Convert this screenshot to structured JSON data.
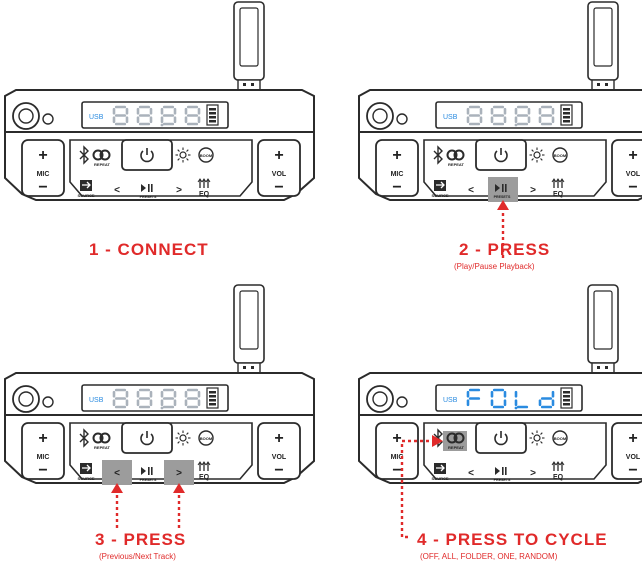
{
  "panels": [
    {
      "step_label": "1 - CONNECT",
      "sub_label": "",
      "display_text": "8888",
      "highlight": "none"
    },
    {
      "step_label": "2 - PRESS",
      "sub_label": "(Play/Pause Playback)",
      "display_text": "8888",
      "highlight": "play"
    },
    {
      "step_label": "3 - PRESS",
      "sub_label": "(Previous/Next Track)",
      "display_text": "8888",
      "highlight": "prevnext"
    },
    {
      "step_label": "4 - PRESS TO CYCLE",
      "sub_label": "(OFF, ALL, FOLDER, ONE, RANDOM)",
      "display_text": "FOLd",
      "highlight": "repeat"
    }
  ],
  "labels": {
    "usb": "USB",
    "mic": "MIC",
    "vol": "VOL",
    "repeat": "REPEAT",
    "boom": "BOOM",
    "eq": "EQ",
    "source": "SOURCE",
    "presets": "PRESETS",
    "plus": "+",
    "minus": "−",
    "prev": "<",
    "next": ">"
  },
  "colors": {
    "accent": "#e02a2a",
    "lcd_active": "#2a8be0",
    "lcd_idle": "#aab2bb",
    "highlight": "#9c9c9c",
    "outline": "#2b2b2b"
  },
  "icons": [
    "power-icon",
    "bluetooth-icon",
    "repeat-icon",
    "light-icon",
    "boom-icon",
    "eq-icon",
    "source-icon",
    "play-pause-icon",
    "usb-drive-icon"
  ]
}
